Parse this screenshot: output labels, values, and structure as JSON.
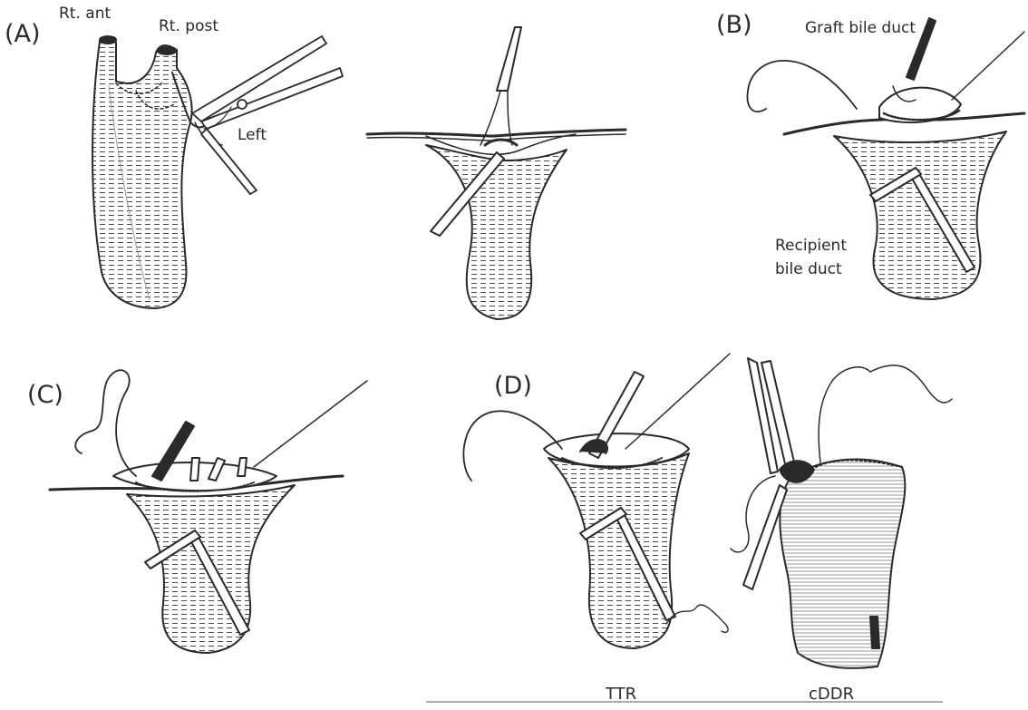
{
  "figure": {
    "panels": {
      "a": {
        "letter": "(A)",
        "labels": {
          "right_anterior": "Rt. ant",
          "right_posterior": "Rt. post",
          "left": "Left"
        }
      },
      "b": {
        "letter": "(B)",
        "labels": {
          "graft_bile_duct": "Graft bile duct",
          "recipient_line1": "Recipient",
          "recipient_line2": "bile duct"
        }
      },
      "c": {
        "letter": "(C)"
      },
      "d": {
        "letter": "(D)",
        "captions": {
          "ttr": "TTR",
          "cddr": "cDDR"
        }
      }
    },
    "colors": {
      "ink": "#2a2a2a",
      "hatch": "#4a4a4a",
      "background": "#ffffff"
    }
  }
}
